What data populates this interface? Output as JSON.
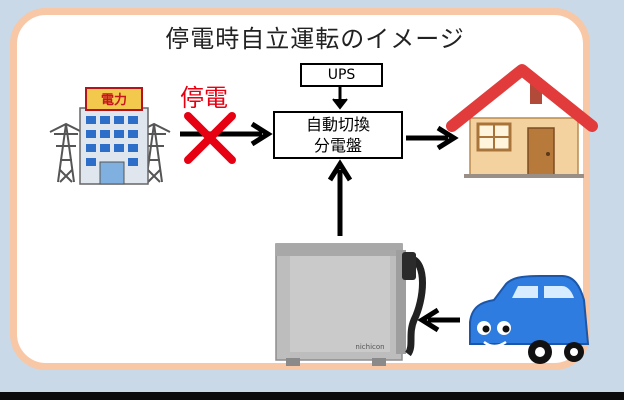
{
  "diagram": {
    "title": "停電時自立運転のイメージ",
    "outage_label": "停電",
    "ups_label": "UPS",
    "panel_label_line1": "自動切換",
    "panel_label_line2": "分電盤",
    "power_company_sign": "電力",
    "charger_brand": "nichicon"
  },
  "colors": {
    "background": "#c9d9e8",
    "frame_border": "#f7c7a6",
    "outage_red": "#e60012",
    "car_blue": "#2f7ce0",
    "house_roof": "#e23b3b",
    "house_wall": "#f3d2a0"
  },
  "icons": [
    "power-plant-icon",
    "cross-icon",
    "house-icon",
    "v2h-charger-icon",
    "car-icon"
  ]
}
